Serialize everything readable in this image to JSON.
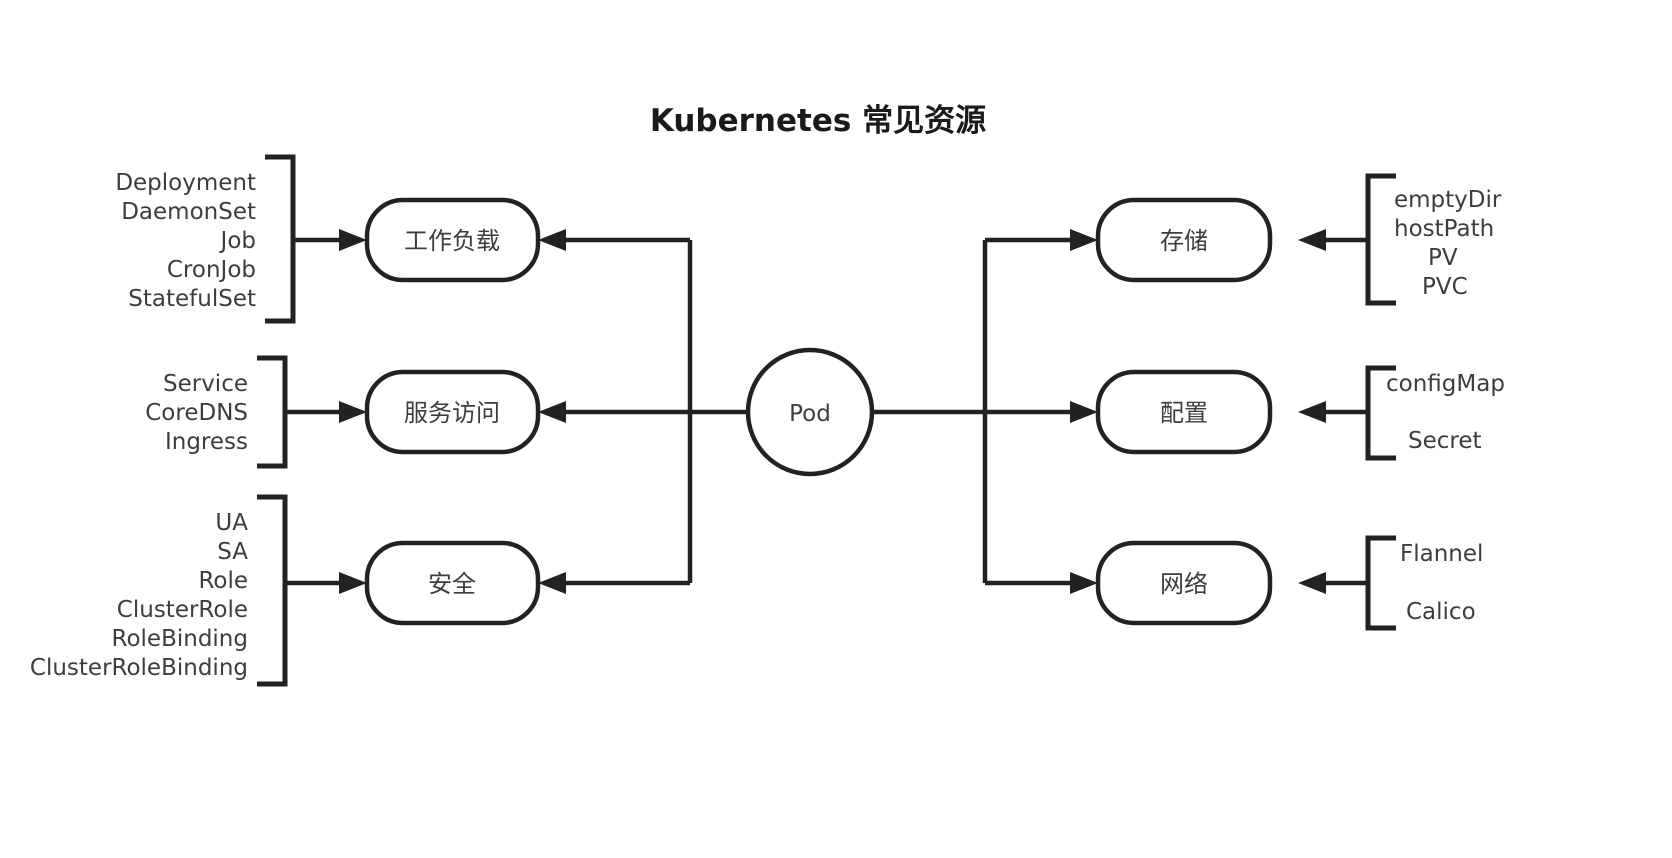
{
  "title": "Kubernetes 常见资源",
  "center": {
    "pod_label": "Pod"
  },
  "left_groups": [
    {
      "box_label": "工作负载",
      "items": [
        "Deployment",
        "DaemonSet",
        "Job",
        "CronJob",
        "StatefulSet"
      ]
    },
    {
      "box_label": "服务访问",
      "items": [
        "Service",
        "CoreDNS",
        "Ingress"
      ]
    },
    {
      "box_label": "安全",
      "items": [
        "UA",
        "SA",
        "Role",
        "ClusterRole",
        "RoleBinding",
        "ClusterRoleBinding"
      ]
    }
  ],
  "right_groups": [
    {
      "box_label": "存储",
      "items": [
        "emptyDir",
        "hostPath",
        "PV",
        "PVC"
      ]
    },
    {
      "box_label": "配置",
      "items": [
        "configMap",
        "Secret"
      ]
    },
    {
      "box_label": "网络",
      "items": [
        "Flannel",
        "Calico"
      ]
    }
  ],
  "colors": {
    "stroke": "#222222",
    "text": "#3d3d3d",
    "title": "#1a1a1a",
    "background": "#ffffff"
  }
}
